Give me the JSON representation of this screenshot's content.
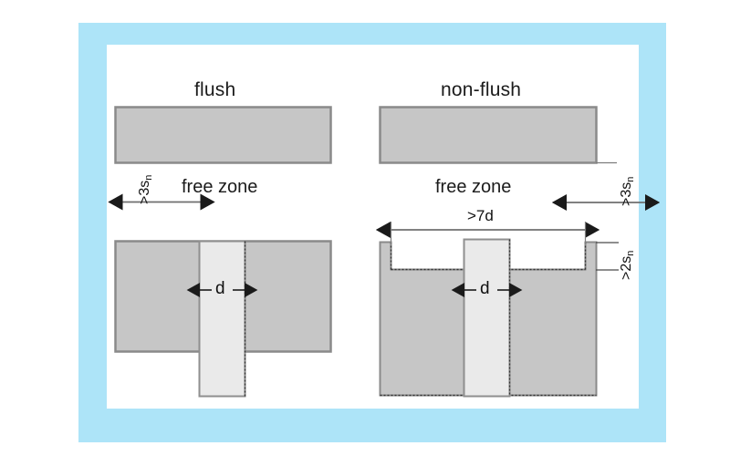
{
  "figure": {
    "kind": "technical-diagram",
    "subject": "inductive-sensor-mounting-free-zone",
    "colors": {
      "frame_blue": "#ade4f8",
      "canvas_white": "#ffffff",
      "metal_fill": "#c6c6c6",
      "metal_stroke": "#8a8a8a",
      "barrel_fill": "#e8e8e8",
      "barrel_stroke": "#8f8f8f",
      "dimension_line": "#6f6f6f",
      "text": "#1b1b1b"
    }
  },
  "panels": [
    {
      "id": "flush",
      "title": "flush",
      "free_zone_label": "free zone",
      "vertical_dimension": ">3s",
      "vertical_dimension_sub": "n",
      "bore_label": "d"
    },
    {
      "id": "non-flush",
      "title": "non-flush",
      "free_zone_label": "free zone",
      "width_dimension": ">7d",
      "vertical_dimension": ">3s",
      "vertical_dimension_sub": "n",
      "recess_dimension": ">2s",
      "recess_dimension_sub": "n",
      "bore_label": "d"
    }
  ]
}
